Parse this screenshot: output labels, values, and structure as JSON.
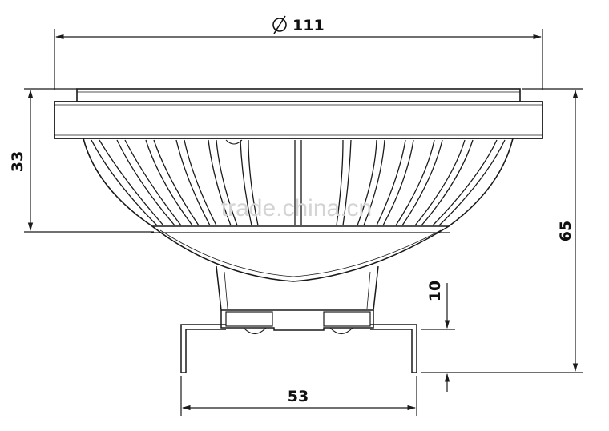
{
  "drawing": {
    "dimensions": {
      "diameter_symbol": "⌀",
      "diameter_value": "111",
      "height_overall": "33",
      "total_height": "65",
      "pin_height": "10",
      "pin_spacing": "53"
    },
    "watermark": "trade.china.cn",
    "colors": {
      "line": "#1a1a1a",
      "watermark": "#d4d4d4",
      "background": "#ffffff"
    }
  }
}
